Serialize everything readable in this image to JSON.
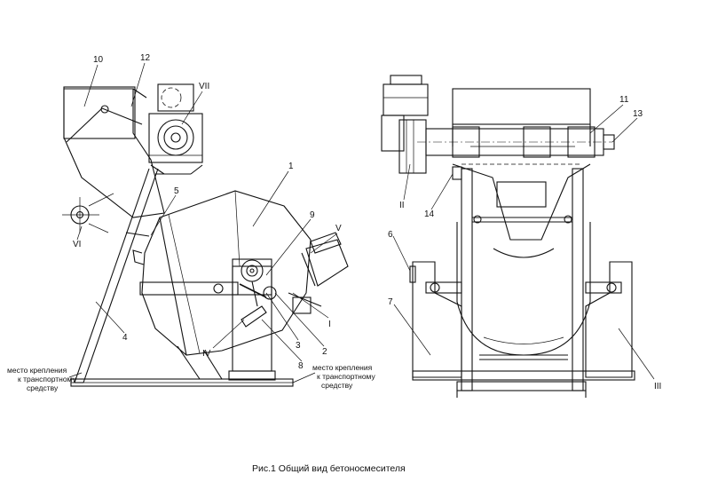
{
  "caption": "Рис.1   Общий  вид  бетоносмесителя",
  "labels": {
    "n1": "1",
    "n2": "2",
    "n3": "3",
    "n4": "4",
    "n5": "5",
    "n6": "6",
    "n7": "7",
    "n8": "8",
    "n9": "9",
    "n10": "10",
    "n11": "11",
    "n12": "12",
    "n13": "13",
    "n14": "14",
    "rI": "I",
    "rII": "II",
    "rIII": "III",
    "rIV": "IV",
    "rV": "V",
    "rVI": "VI",
    "rVII": "VII"
  },
  "notes": {
    "mount_left": [
      "место  крепления",
      "к транспортному",
      "средству"
    ],
    "mount_right": [
      "место  крепления",
      "к транспортному",
      "средству"
    ]
  }
}
